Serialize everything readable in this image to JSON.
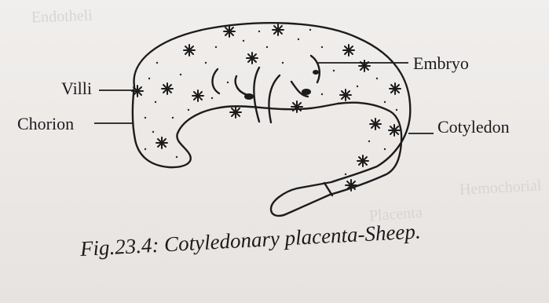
{
  "labels": {
    "villi": "Villi",
    "chorion": "Chorion",
    "embryo": "Embryo",
    "cotyledon": "Cotyledon"
  },
  "caption": "Fig.23.4: Cotyledonary placenta-Sheep.",
  "bleed_through": [
    "Hemochorial",
    "Placenta",
    "Endotheli"
  ],
  "colors": {
    "paper": "#efedeb",
    "ink": "#1d1c1c",
    "bleed": "#d8d4d1"
  }
}
